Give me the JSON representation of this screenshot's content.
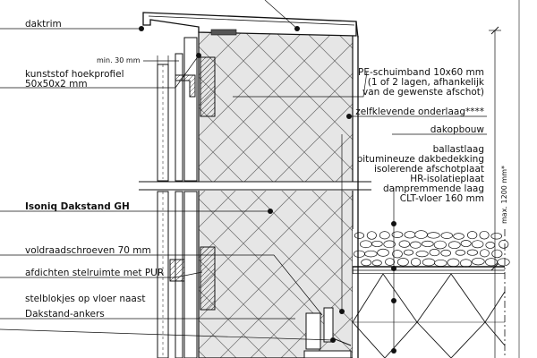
{
  "labels_left": {
    "daktrim": "daktrim",
    "min_30": "min. 30 mm",
    "hoekprofiel_1": "kunststof hoekprofiel",
    "hoekprofiel_2": "50x50x2 mm",
    "dakstand": "Isoniq Dakstand GH",
    "schroeven": "voldraadschroeven 70 mm",
    "afdichten": "afdichten stelruimte met PUR",
    "stelblokjes": "stelblokjes op vloer naast",
    "ankers": "Dakstand-ankers"
  },
  "labels_right": {
    "pe_1": "PE-schuimband 10x60 mm",
    "pe_2": "(1 of 2 lagen, afhankelijk",
    "pe_3": "van de gewenste afschot)",
    "onderlaag": "zelfklevende onderlaag****",
    "dakopbouw": "dakopbouw",
    "ballast": "ballastlaag",
    "bitumen": "bitumineuze dakbedekking",
    "afschot": "isolerende afschotplaat",
    "hr": "HR-isolatieplaat",
    "damp": "dampremmende laag",
    "clt": "CLT-vloer 160 mm"
  },
  "dimension": {
    "max_1200": "max. 1200 mm*"
  },
  "colors": {
    "line": "#111111",
    "insulation_fill": "#e6e6e6"
  }
}
